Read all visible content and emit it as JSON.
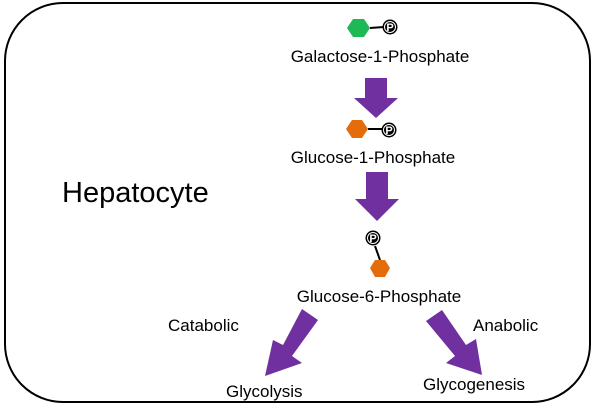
{
  "cell": {
    "title": "Hepatocyte"
  },
  "molecules": {
    "galactose_1_phosphate": "Galactose-1-Phosphate",
    "glucose_1_phosphate": "Glucose-1-Phosphate",
    "glucose_6_phosphate": "Glucose-6-Phosphate"
  },
  "phosphate_symbol": "P",
  "branches": {
    "catabolic": {
      "label": "Catabolic",
      "product": "Glycolysis"
    },
    "anabolic": {
      "label": "Anabolic",
      "product": "Glycogenesis"
    }
  },
  "colors": {
    "galactose": "#1db954",
    "glucose": "#e46c0a",
    "arrow": "#7030a0",
    "phosphate": "#000000",
    "border": "#000000"
  }
}
